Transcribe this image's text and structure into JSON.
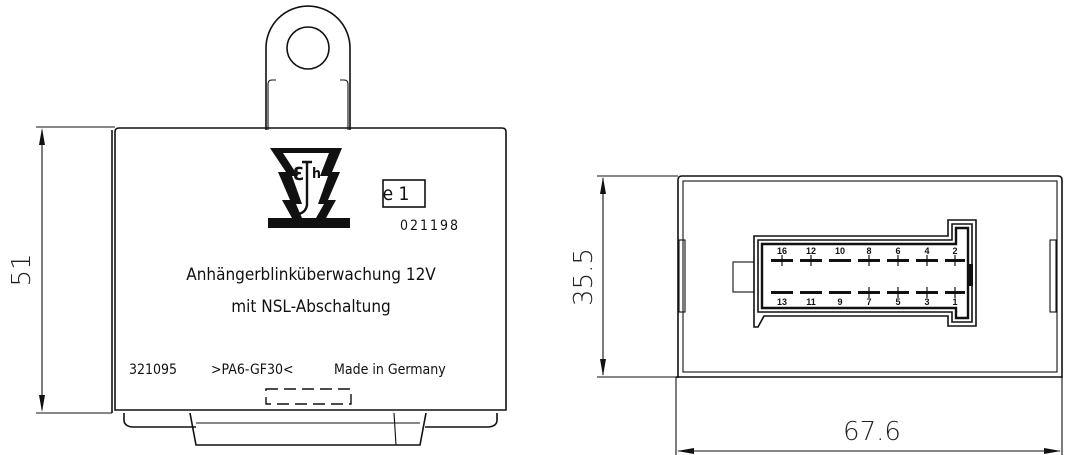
{
  "drawing": {
    "title": "Anhängerblinküberwachung 12V mit NSL-Abschaltung - technical drawing",
    "front_view": {
      "label_line1": "Anhängerblinküberwachung 12V",
      "label_line2": "mit NSL-Abschaltung",
      "part_number": "321095",
      "material": ">PA6-GF30<",
      "origin": "Made in Germany",
      "approval_mark": "e 1",
      "approval_number": "021198",
      "logo": "eth-lightning-logo",
      "height_dimension": "51"
    },
    "end_view": {
      "height_dimension": "35.5",
      "width_dimension": "67.6",
      "connector": {
        "top_row_pins": [
          "16",
          "12",
          "10",
          "8",
          "6",
          "4",
          "2"
        ],
        "bottom_row_pins": [
          "13",
          "11",
          "9",
          "7",
          "5",
          "3",
          "1"
        ]
      }
    }
  }
}
